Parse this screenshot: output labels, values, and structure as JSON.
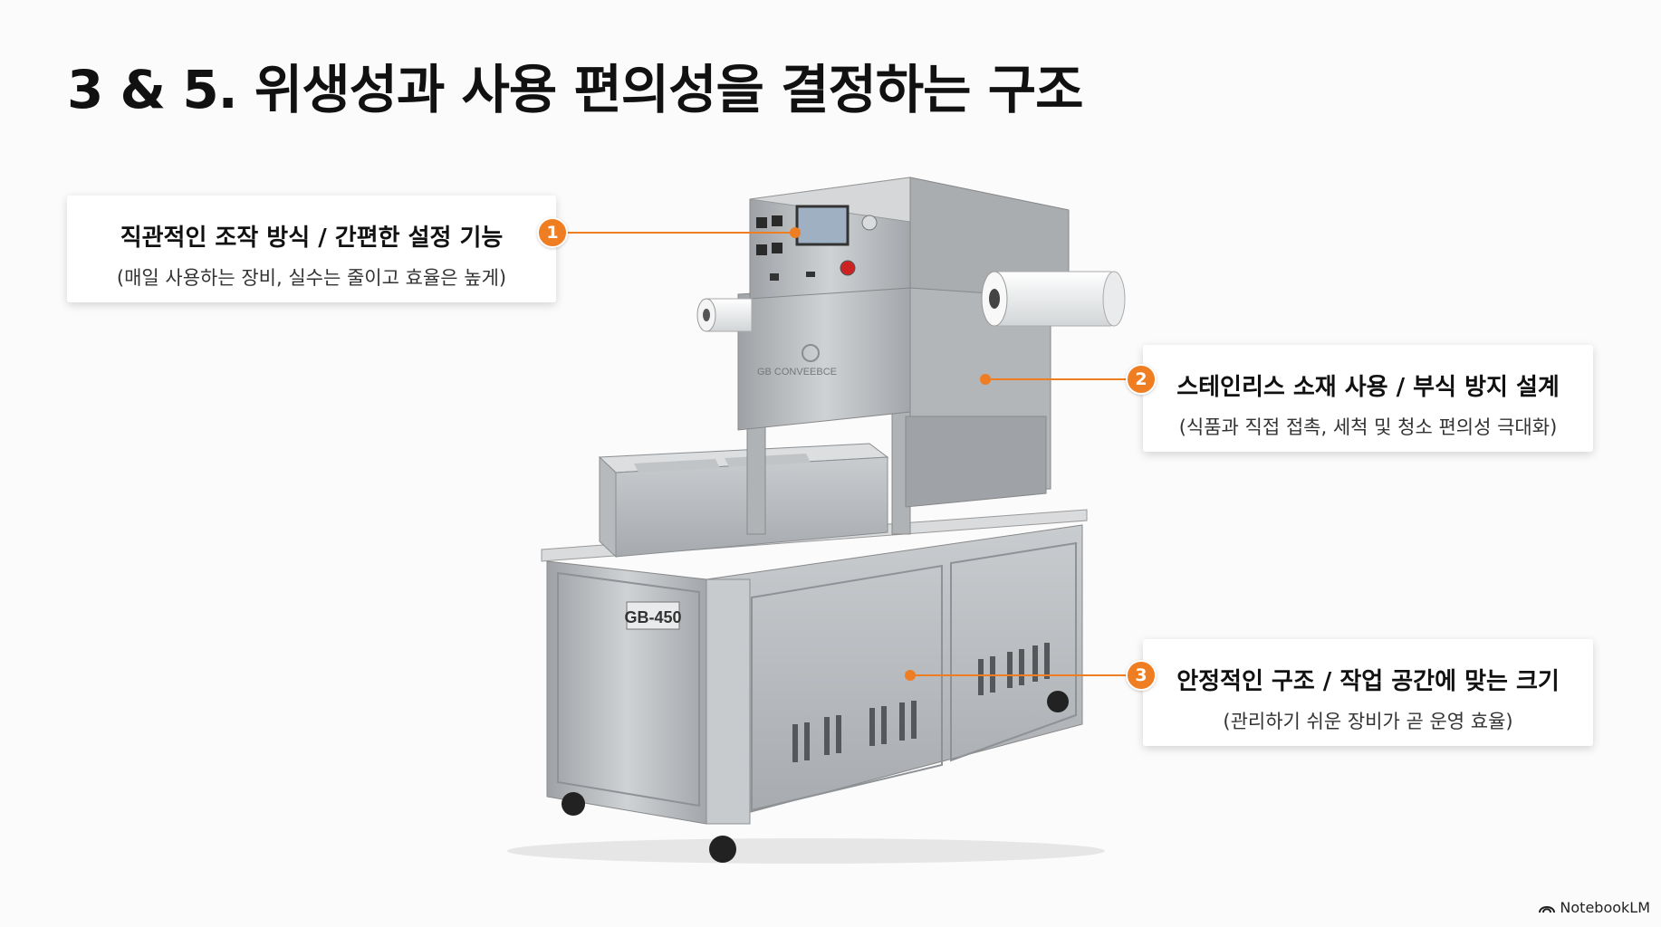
{
  "page": {
    "title": "3 & 5. 위생성과 사용 편의성을 결정하는 구조"
  },
  "callouts": [
    {
      "number": "1",
      "heading": "직관적인 조작 방식 / 간편한 설정 기능",
      "subtext": "(매일 사용하는 장비, 실수는 줄이고 효율은 높게)"
    },
    {
      "number": "2",
      "heading": "스테인리스 소재 사용 / 부식 방지 설계",
      "subtext": "(식품과 직접 접촉, 세척 및 청소 편의성 극대화)"
    },
    {
      "number": "3",
      "heading": "안정적인 구조 / 작업 공간에 맞는 크기",
      "subtext": "(관리하기 쉬운 장비가 곧 운영 효율)"
    }
  ],
  "machine": {
    "model_label": "GB-450",
    "brand_label": "GB CONVEEBCE"
  },
  "colors": {
    "accent": "#ef7d22",
    "steel": "#b9bcbf"
  },
  "footer": {
    "brand": "NotebookLM",
    "icon": "notebooklm-logo-icon"
  }
}
